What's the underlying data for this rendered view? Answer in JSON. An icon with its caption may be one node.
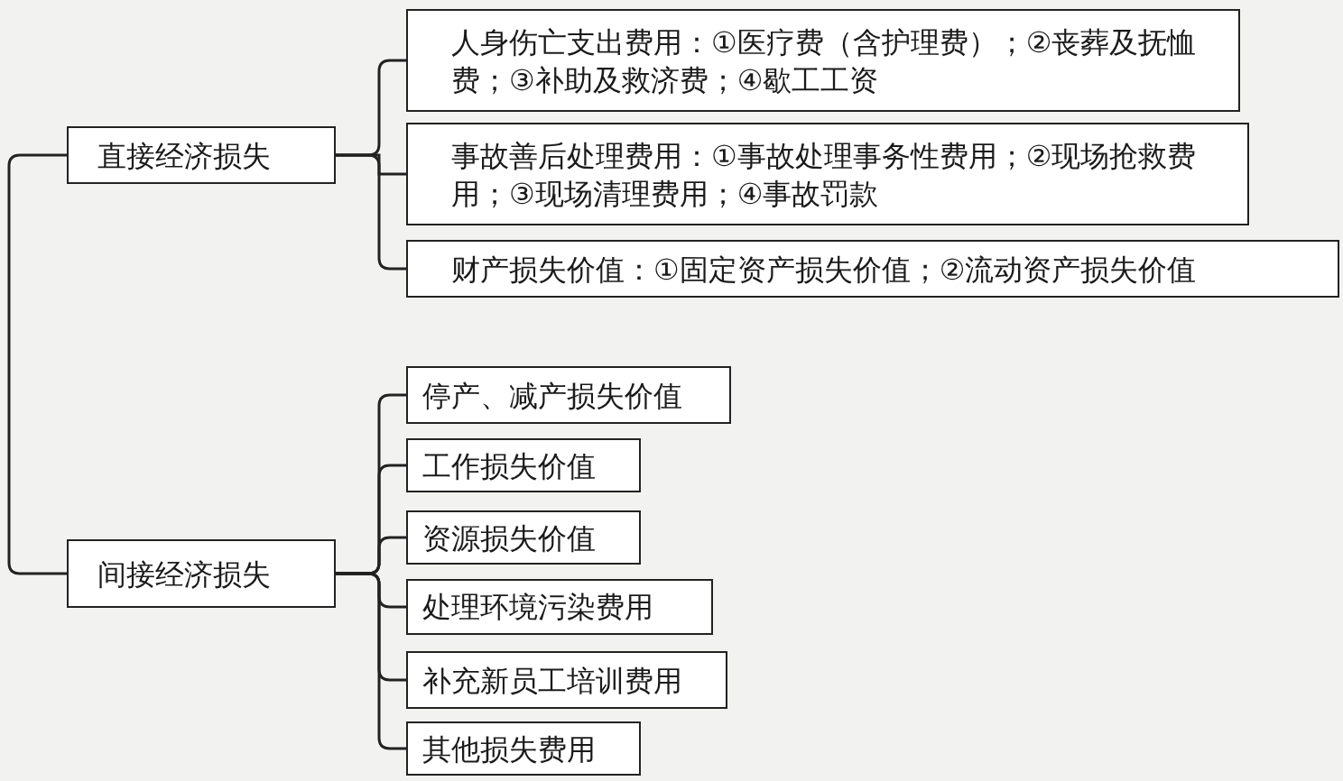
{
  "diagram": {
    "nodes": [
      {
        "text": [
          "直接经济损失"
        ]
      },
      {
        "text": [
          "人身伤亡支出费用：①医疗费（含护理费）；②丧葬及抚恤费；③补助及救济费；④歇工工资"
        ]
      },
      {
        "text": [
          "事故善后处理费用：①事故处理事务性费用；②现场抢救费用；③现场清理费用；④事故罚款"
        ]
      },
      {
        "text": [
          "财产损失价值：①固定资产损失价值；②流动资产损失价值"
        ]
      },
      {
        "text": [
          "间接经济损失"
        ]
      },
      {
        "text": [
          "停产、减产损失价值"
        ]
      },
      {
        "text": [
          "工作损失价值"
        ]
      },
      {
        "text": [
          "资源损失价值"
        ]
      },
      {
        "text": [
          "处理环境污染费用"
        ]
      },
      {
        "text": [
          "补充新员工培训费用"
        ]
      },
      {
        "text": [
          "其他损失费用"
        ]
      }
    ],
    "edges": [
      {
        "from": 0,
        "to": 4,
        "arrow": "none"
      },
      {
        "from": 0,
        "to": 1,
        "arrow": "none"
      },
      {
        "from": 0,
        "to": 2,
        "arrow": "none"
      },
      {
        "from": 0,
        "to": 3,
        "arrow": "none"
      },
      {
        "from": 4,
        "to": 5,
        "arrow": "none"
      },
      {
        "from": 4,
        "to": 6,
        "arrow": "none"
      },
      {
        "from": 4,
        "to": 7,
        "arrow": "none"
      },
      {
        "from": 4,
        "to": 8,
        "arrow": "none"
      },
      {
        "from": 4,
        "to": 9,
        "arrow": "none"
      },
      {
        "from": 4,
        "to": 10,
        "arrow": "none"
      }
    ]
  }
}
